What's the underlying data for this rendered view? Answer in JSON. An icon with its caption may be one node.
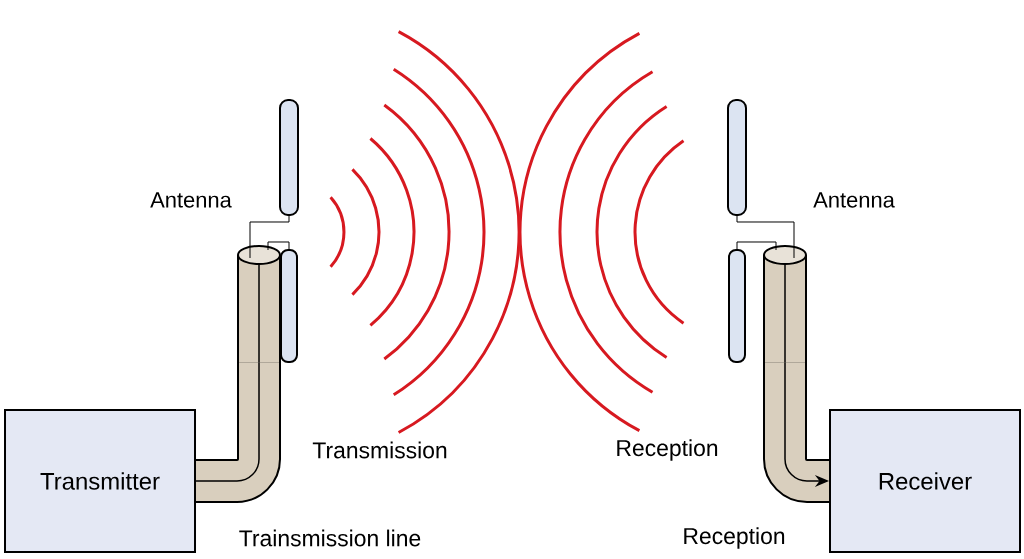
{
  "diagram": {
    "nodes": [
      {
        "text": [
          "Transmitter"
        ]
      },
      {
        "text": [],
        "shape": "picture",
        "beside": [
          "Antenna"
        ]
      },
      {
        "text": [],
        "shape": "picture",
        "beside": [
          "Antenna"
        ]
      },
      {
        "text": [
          "Receiver"
        ]
      }
    ],
    "edges": [
      {
        "from": 0,
        "to": 1,
        "arrow": "none"
      },
      {
        "from": 2,
        "to": 3,
        "arrow": "to"
      }
    ],
    "labels": [
      "Transmission",
      "Reception",
      "Trainsmission line",
      "Reception"
    ]
  }
}
